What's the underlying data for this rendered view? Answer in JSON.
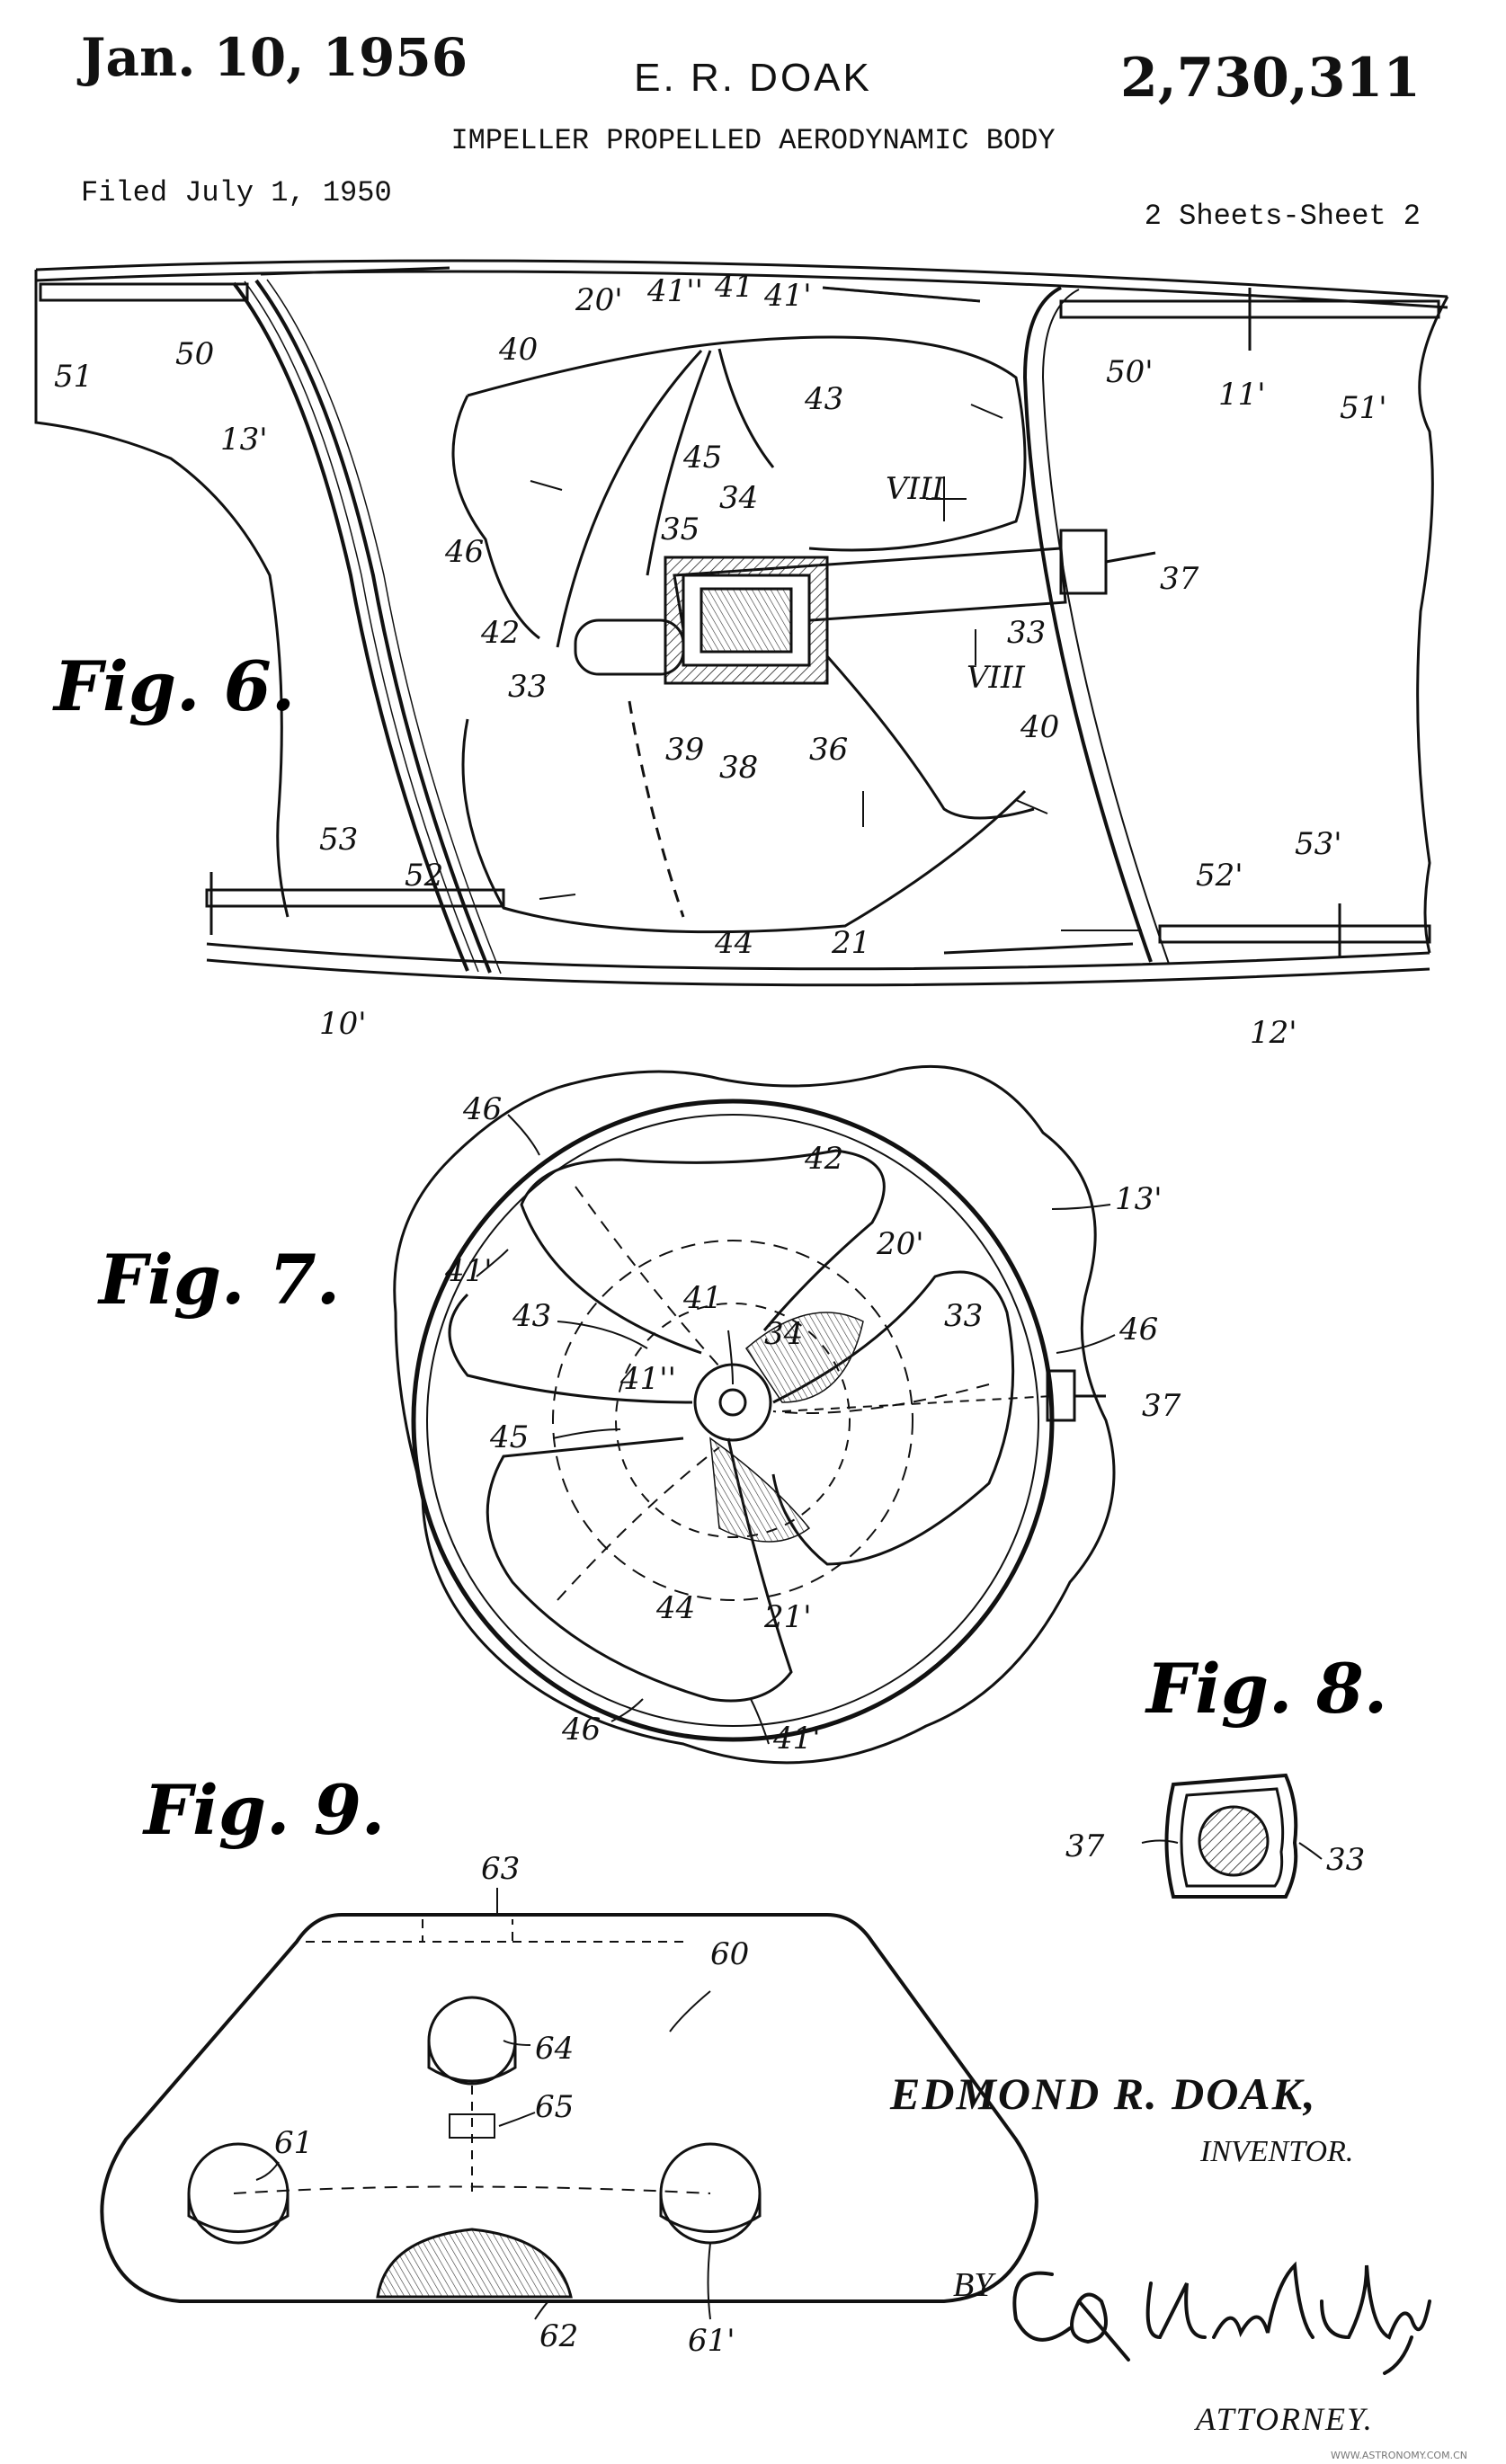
{
  "header": {
    "date": "Jan. 10, 1956",
    "inventor": "E. R. DOAK",
    "patent_number": "2,730,311",
    "title": "IMPELLER PROPELLED AERODYNAMIC BODY",
    "filed": "Filed July 1, 1950",
    "sheets": "2 Sheets-Sheet 2"
  },
  "figures": {
    "fig6": {
      "label": "Fig. 6.",
      "refs": [
        "20'",
        "41''",
        "41",
        "41'",
        "40",
        "50",
        "51",
        "13'",
        "43",
        "45",
        "34",
        "35",
        "VIII",
        "46",
        "42",
        "33",
        "37",
        "39",
        "38",
        "36",
        "VIII",
        "40",
        "53",
        "52",
        "44",
        "21",
        "10'",
        "52'",
        "53'",
        "12'",
        "50'",
        "11'",
        "51'",
        "33"
      ]
    },
    "fig7": {
      "label": "Fig. 7.",
      "refs": [
        "46",
        "42",
        "13'",
        "20'",
        "41'",
        "43",
        "41",
        "34",
        "33",
        "46",
        "41''",
        "37",
        "45",
        "44",
        "21'",
        "46",
        "41'"
      ]
    },
    "fig8": {
      "label": "Fig. 8.",
      "refs": [
        "37",
        "33"
      ]
    },
    "fig9": {
      "label": "Fig. 9.",
      "refs": [
        "63",
        "60",
        "64",
        "65",
        "61",
        "62",
        "61'"
      ]
    }
  },
  "signature": {
    "name": "EDMOND R. DOAK,",
    "role": "INVENTOR.",
    "by": "BY",
    "attorney": "ATTORNEY."
  },
  "watermark": "WWW.ASTRONOMY.COM.CN"
}
